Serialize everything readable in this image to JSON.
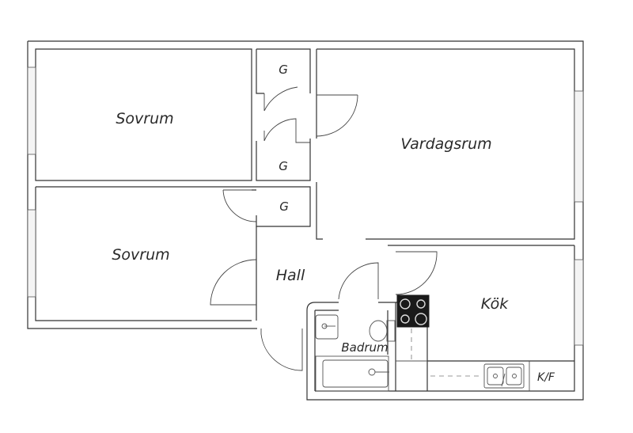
{
  "rooms": {
    "sovrum_top": "Sovrum",
    "sovrum_bottom": "Sovrum",
    "vardagsrum": "Vardagsrum",
    "hall": "Hall",
    "kok": "Kök",
    "badrum": "Badrum",
    "closet_1": "G",
    "closet_2": "G",
    "closet_3": "G",
    "kf": "K/F"
  },
  "colors": {
    "wall": "#333333",
    "stove": "#1a1a1a",
    "background": "#ffffff"
  }
}
